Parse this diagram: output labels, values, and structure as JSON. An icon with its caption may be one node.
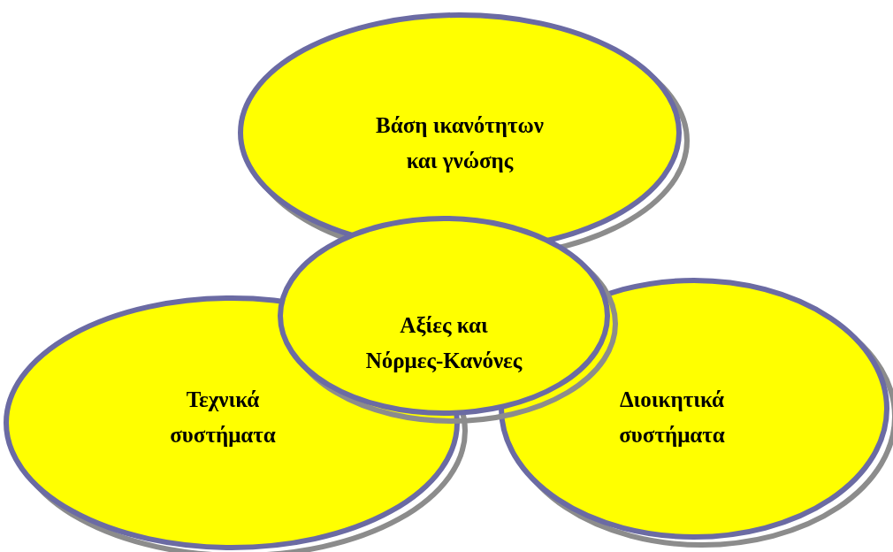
{
  "diagram": {
    "nodes": [
      {
        "text": [
          "Βάση ικανότητων και γνώσης"
        ]
      },
      {
        "text": [
          "Τεχνικά συστήματα"
        ]
      },
      {
        "text": [
          "Διοικητικά συστήματα"
        ]
      },
      {
        "text": [
          "Αξίες και Νόρμες-Κανόνες"
        ]
      }
    ]
  }
}
